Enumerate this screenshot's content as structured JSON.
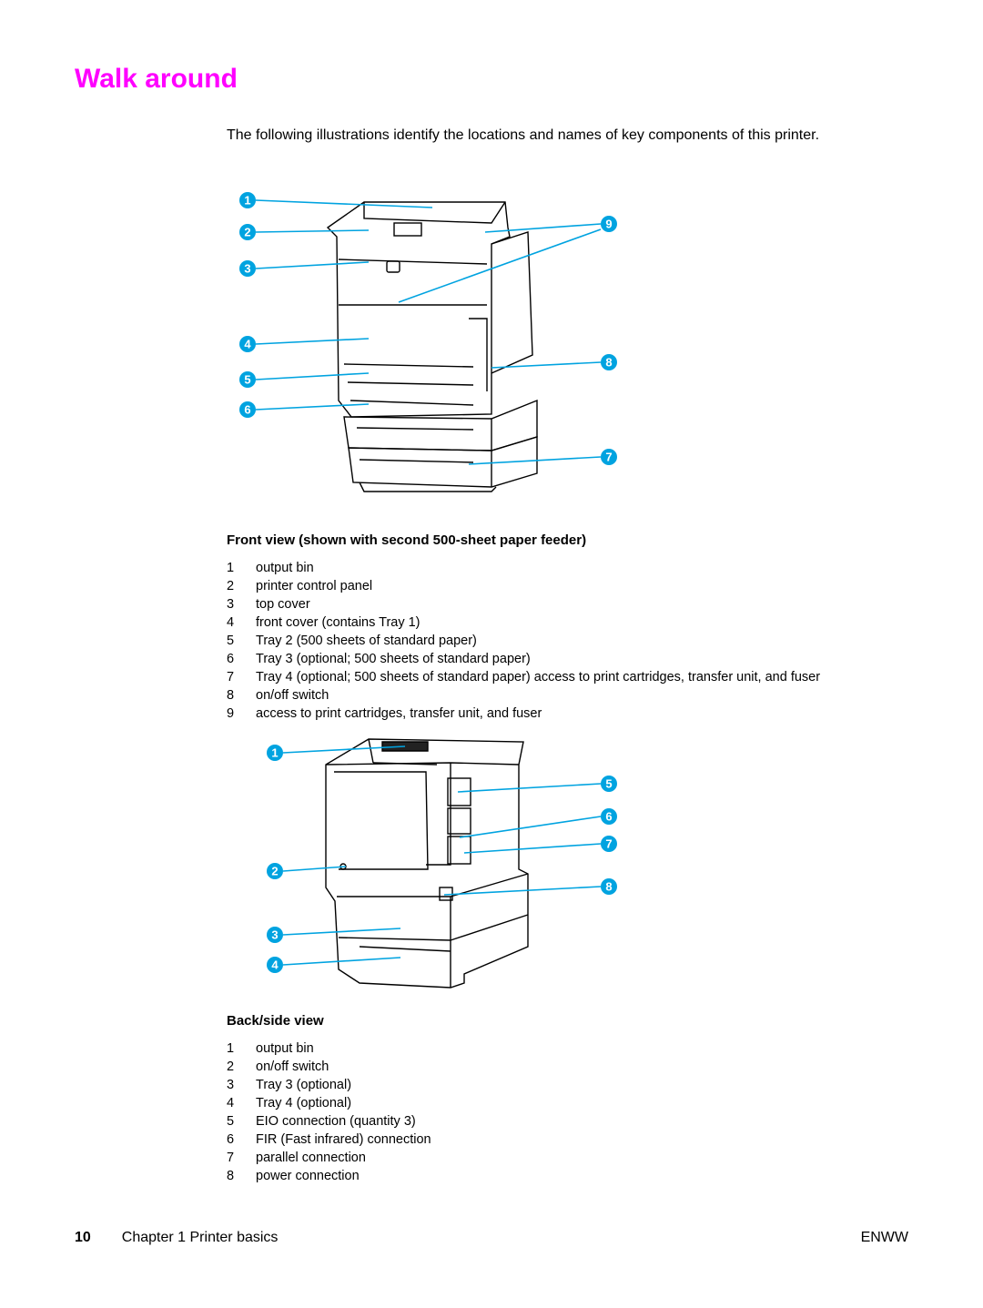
{
  "page": {
    "title": "Walk around",
    "intro": "The following illustrations identify the locations and names of key components of this printer."
  },
  "front_view": {
    "caption": "Front view (shown with second 500-sheet paper feeder)",
    "callout_labels": [
      "1",
      "2",
      "3",
      "4",
      "5",
      "6",
      "7",
      "8",
      "9"
    ],
    "items": [
      {
        "num": "1",
        "text": "output bin"
      },
      {
        "num": "2",
        "text": "printer control panel"
      },
      {
        "num": "3",
        "text": "top cover"
      },
      {
        "num": "4",
        "text": "front cover (contains Tray 1)"
      },
      {
        "num": "5",
        "text": "Tray 2 (500 sheets of standard paper)"
      },
      {
        "num": "6",
        "text": "Tray 3 (optional; 500 sheets of standard paper)"
      },
      {
        "num": "7",
        "text": "Tray 4 (optional; 500 sheets of standard paper) access to print cartridges, transfer unit, and fuser"
      },
      {
        "num": "8",
        "text": "on/off switch"
      },
      {
        "num": "9",
        "text": "access to print cartridges, transfer unit, and fuser"
      }
    ]
  },
  "back_view": {
    "caption": "Back/side view",
    "callout_labels": [
      "1",
      "2",
      "3",
      "4",
      "5",
      "6",
      "7",
      "8"
    ],
    "items": [
      {
        "num": "1",
        "text": "output bin"
      },
      {
        "num": "2",
        "text": "on/off switch"
      },
      {
        "num": "3",
        "text": "Tray 3 (optional)"
      },
      {
        "num": "4",
        "text": "Tray 4 (optional)"
      },
      {
        "num": "5",
        "text": "EIO connection (quantity 3)"
      },
      {
        "num": "6",
        "text": "FIR (Fast infrared) connection"
      },
      {
        "num": "7",
        "text": "parallel connection"
      },
      {
        "num": "8",
        "text": "power connection"
      }
    ]
  },
  "footer": {
    "page_number": "10",
    "chapter": "Chapter 1  Printer basics",
    "right": "ENWW"
  },
  "colors": {
    "title": "#ff00ff",
    "callout": "#00a3e0"
  }
}
